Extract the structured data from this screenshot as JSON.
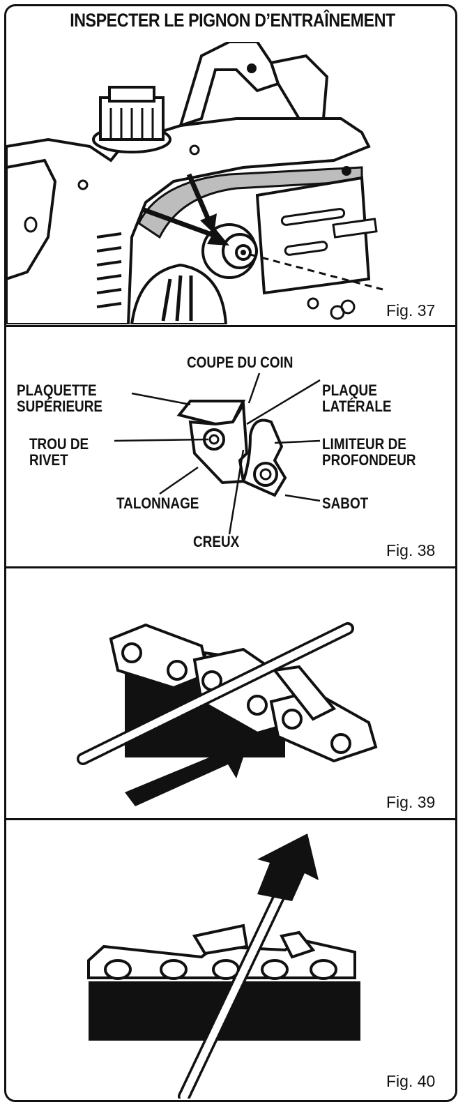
{
  "title": "INSPECTER LE PIGNON D’ENTRAÎNEMENT",
  "figures": {
    "fig37": {
      "label": "Fig. 37"
    },
    "fig38": {
      "label": "Fig. 38",
      "callouts": {
        "coupe_du_coin": "COUPE DU COIN",
        "plaquette_superieure": "PLAQUETTE\nSUPÉRIEURE",
        "plaque_laterale": "PLAQUE\nLATÉRALE",
        "trou_de_rivet": "TROU DE\nRIVET",
        "limiteur_de_profondeur": "LIMITEUR DE\nPROFONDEUR",
        "talonnage": "TALONNAGE",
        "sabot": "SABOT",
        "creux": "CREUX"
      }
    },
    "fig39": {
      "label": "Fig. 39"
    },
    "fig40": {
      "label": "Fig. 40"
    }
  }
}
